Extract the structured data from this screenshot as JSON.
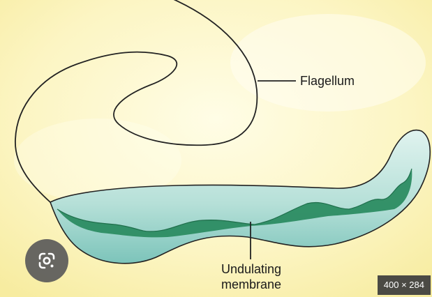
{
  "diagram": {
    "labels": {
      "flagellum": "Flagellum",
      "undulating_line1": "Undulating",
      "undulating_line2": "membrane"
    },
    "colors": {
      "background": "#fbf3b4",
      "background_light": "#fffde6",
      "cell_fill": "#c4e6e0",
      "cell_fill_dark": "#8fcfc6",
      "membrane_fill": "#2c8c62",
      "outline": "#222222"
    }
  },
  "overlay": {
    "lens_icon": "google-lens-icon",
    "dimensions_label": "400 × 284"
  }
}
